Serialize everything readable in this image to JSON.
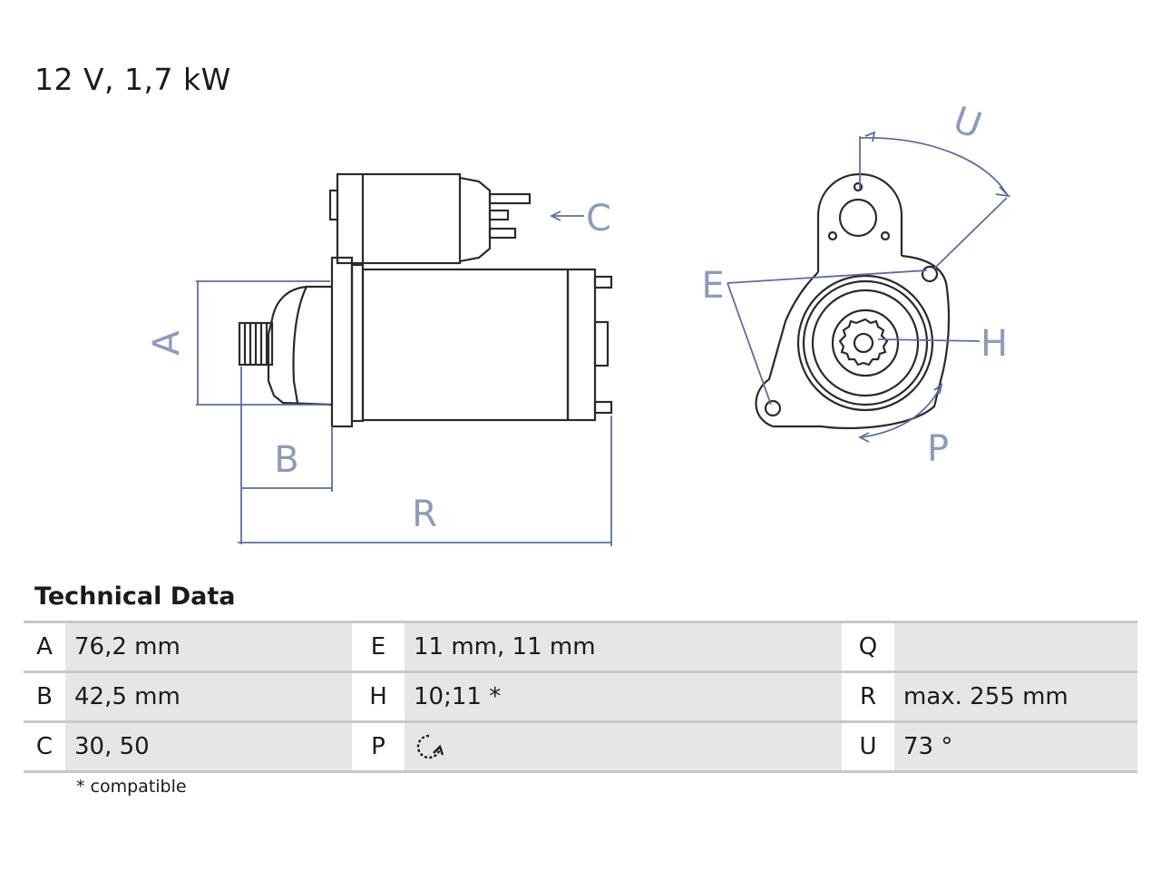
{
  "header": {
    "title": "12 V, 1,7 kW"
  },
  "diagram": {
    "labels": {
      "A": "A",
      "B": "B",
      "C": "C",
      "E": "E",
      "H": "H",
      "P": "P",
      "R": "R",
      "U": "U"
    }
  },
  "technical_data": {
    "heading": "Technical Data",
    "rows": [
      [
        {
          "key": "A",
          "value": "76,2 mm"
        },
        {
          "key": "E",
          "value": "11 mm, 11 mm"
        },
        {
          "key": "Q",
          "value": ""
        }
      ],
      [
        {
          "key": "B",
          "value": "42,5 mm"
        },
        {
          "key": "H",
          "value": "10;11 *"
        },
        {
          "key": "R",
          "value": "max. 255 mm"
        }
      ],
      [
        {
          "key": "C",
          "value": "30, 50"
        },
        {
          "key": "P",
          "value": "",
          "icon": "rotation-direction-icon"
        },
        {
          "key": "U",
          "value": "73 °"
        }
      ]
    ],
    "footnote": "* compatible"
  }
}
